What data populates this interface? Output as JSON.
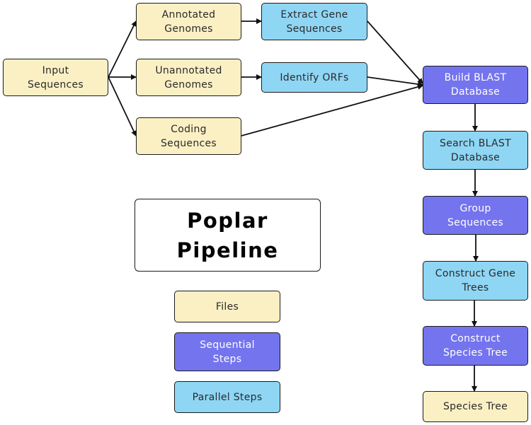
{
  "title": "Poplar\nPipeline",
  "colors": {
    "files": "#fbf0c4",
    "sequential": "#7474ef",
    "parallel": "#8fd6f5",
    "stroke": "#1a1a1a"
  },
  "nodes": {
    "input": "Input\nSequences",
    "annotated": "Annotated\nGenomes",
    "unannotated": "Unannotated\nGenomes",
    "coding": "Coding\nSequences",
    "extract": "Extract Gene\nSequences",
    "orfs": "Identify ORFs",
    "build": "Build BLAST\nDatabase",
    "search": "Search BLAST\nDatabase",
    "group": "Group\nSequences",
    "gene_trees": "Construct Gene\nTrees",
    "species_tree_step": "Construct\nSpecies Tree",
    "species_tree": "Species Tree"
  },
  "legend": {
    "files": "Files",
    "sequential": "Sequential\nSteps",
    "parallel": "Parallel Steps"
  }
}
